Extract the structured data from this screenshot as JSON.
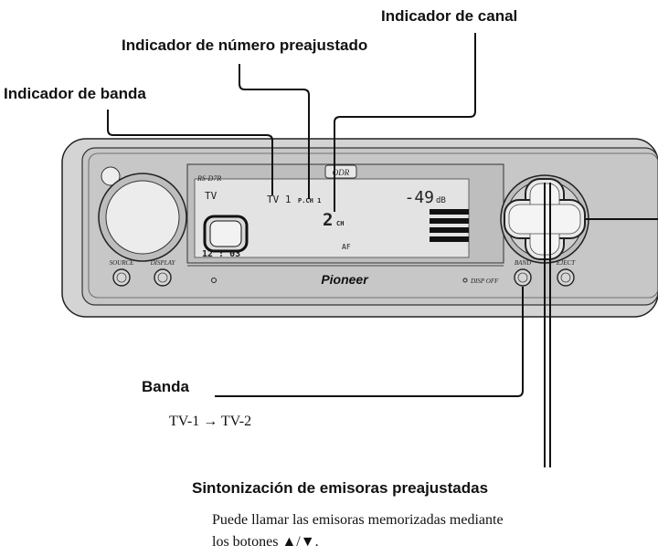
{
  "callouts": {
    "channel_indicator": "Indicador de canal",
    "preset_number_indicator": "Indicador de número preajustado",
    "band_indicator": "Indicador de banda",
    "band_button": "Banda",
    "band_sequence": "TV-1 → TV-2",
    "preset_tuning": "Sintonización de emisoras preajustadas",
    "preset_tuning_desc_line1": "Puede llamar las emisoras memorizadas mediante",
    "preset_tuning_desc_line2": "los botones ▲/▼."
  },
  "device": {
    "model": "RS-D7R",
    "odr_badge": "ODR",
    "band_text": "TV",
    "band_number": "TV 1",
    "preset_label": "P.CH 1",
    "channel_number": "2",
    "channel_unit": "CH",
    "level_value": "-49",
    "level_unit": "dB",
    "af_label": "AF",
    "clock": "12 : 03",
    "brand": "Pioneer",
    "disp_off_label": "DISP OFF",
    "buttons": {
      "source": "SOURCE",
      "display": "DISPLAY",
      "band": "BAND",
      "eject": "EJECT"
    }
  }
}
